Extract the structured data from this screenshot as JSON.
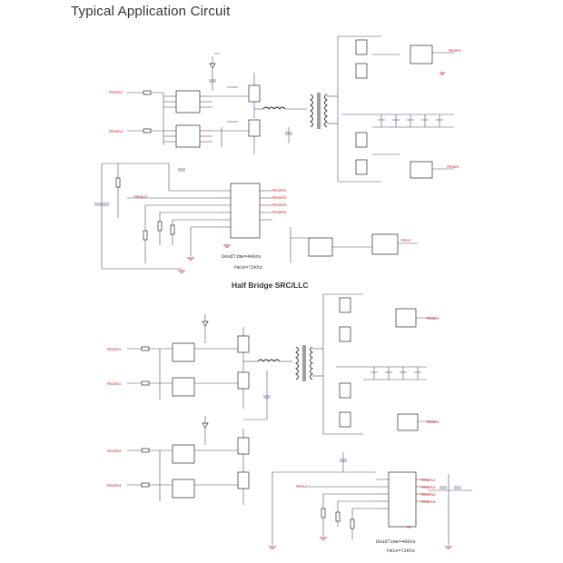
{
  "page": {
    "title": "Typical Application Circuit",
    "section_title": "Half Bridge SRC/LLC"
  },
  "top_circuit": {
    "controller_notes": [
      "DeadTime=400ns",
      "Fmin=72Khz"
    ]
  },
  "bottom_circuit": {
    "controller_notes": [
      "DeadTime=400ns",
      "Fmin=72Khz"
    ]
  },
  "colors": {
    "wire": "#4a4a7a",
    "net_label": "#cc0000",
    "ground": "#b00000"
  }
}
